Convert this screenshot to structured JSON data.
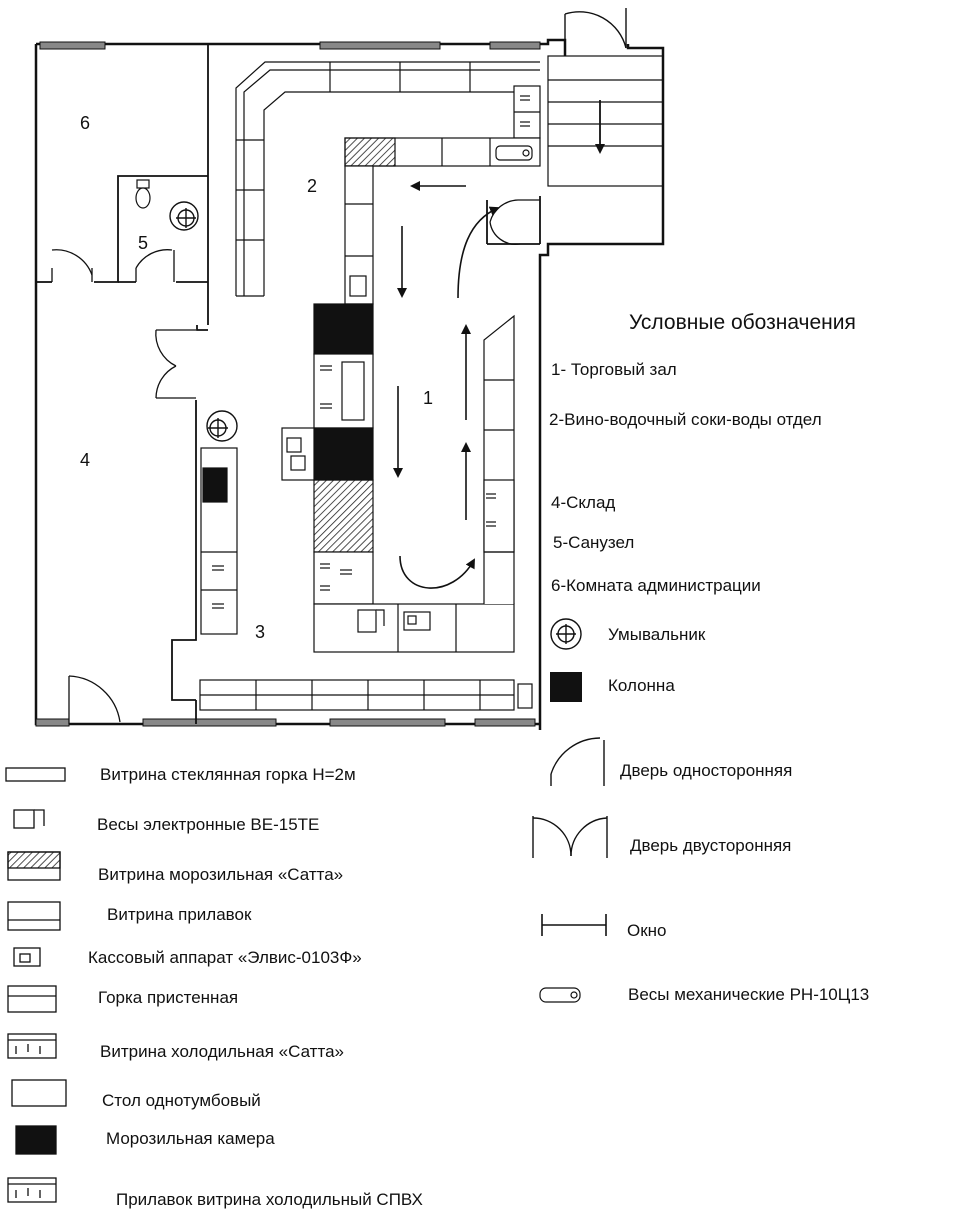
{
  "legend_title": "Условные обозначения",
  "room_numbers": [
    "6",
    "2",
    "5",
    "1",
    "4",
    "3"
  ],
  "rooms_legend": [
    "1- Торговый зал",
    "2-Вино-водочный соки-воды отдел",
    "4-Склад",
    "5-Санузел",
    "6-Комната администрации"
  ],
  "symbols_right": {
    "sink": "Умывальник",
    "column": "Колонна",
    "door_single": "Дверь односторонняя",
    "door_double": "Дверь двусторонняя",
    "window": "Окно",
    "scale_mech": "Весы механические РН-10Ц13"
  },
  "equipment_legend": [
    "Витрина стеклянная горка Н=2м",
    "Весы электронные  ВЕ-15ТЕ",
    "Витрина морозильная «Сатта»",
    "Витрина прилавок",
    "Кассовый аппарат  «Элвис-0103Ф»",
    "Горка пристенная",
    "Витрина холодильная «Сатта»",
    "Стол однотумбовый",
    "Морозильная камера",
    "Прилавок витрина холодильный СПВХ"
  ]
}
